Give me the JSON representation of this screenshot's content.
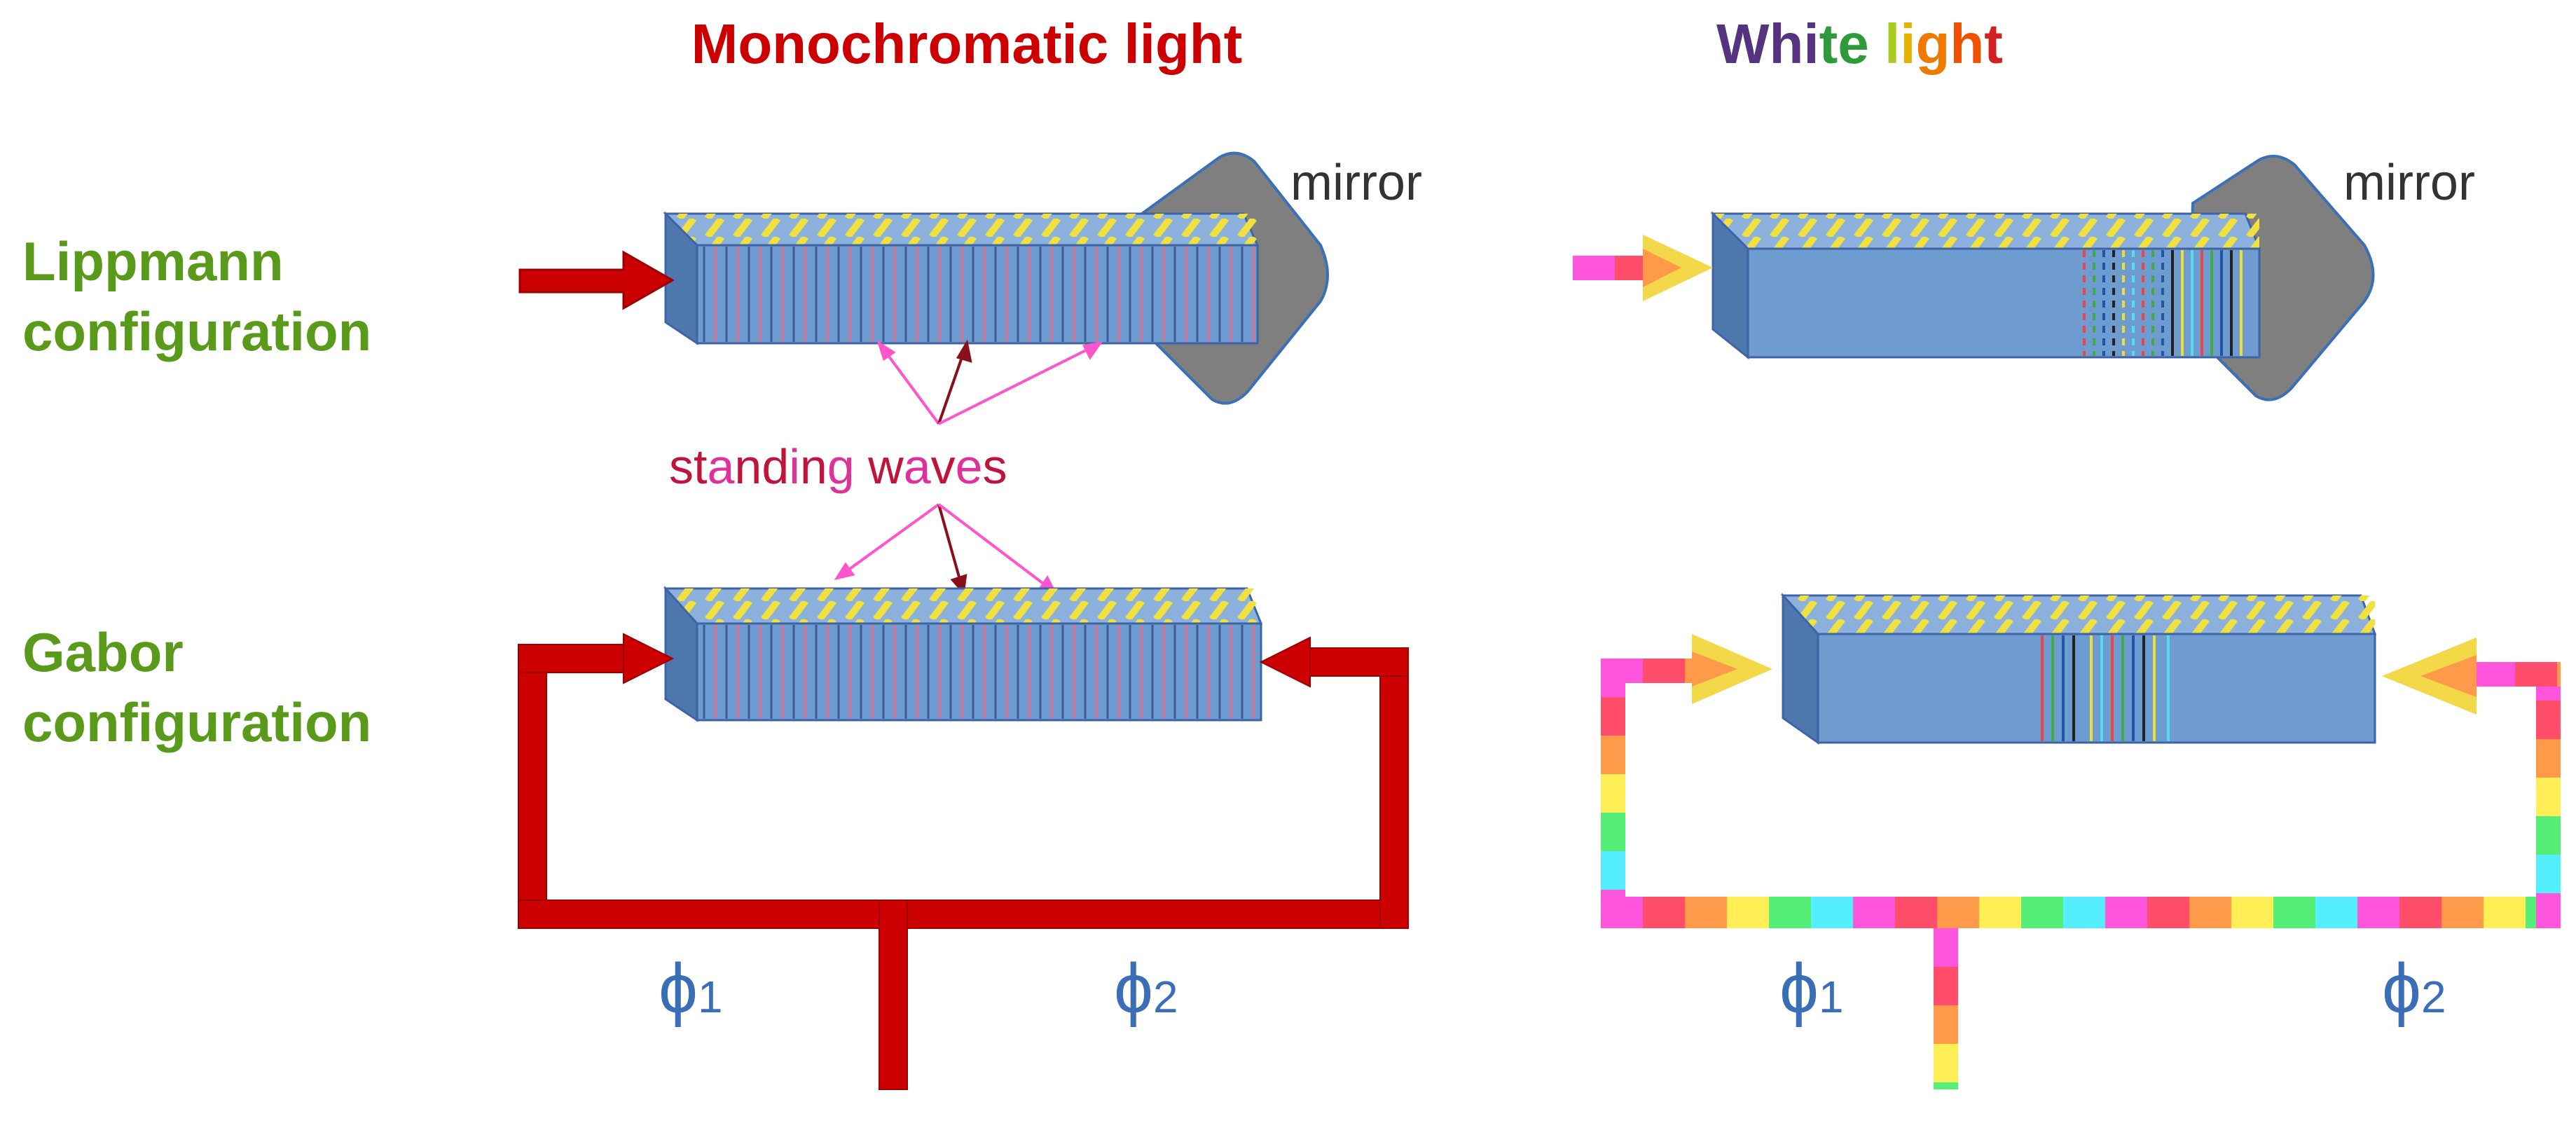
{
  "headings": {
    "mono": "Monochromatic light",
    "white_letters": [
      "W",
      "h",
      "i",
      "t",
      "e",
      " ",
      "l",
      "i",
      "g",
      "h",
      "t"
    ],
    "white_letter_colors": [
      "#553380",
      "#553380",
      "#553380",
      "#2f9a3a",
      "#2f9a3a",
      "#ffffff",
      "#aacc22",
      "#e0b400",
      "#f07a00",
      "#f05000",
      "#d42020"
    ]
  },
  "rows": {
    "lippmann": [
      "Lippmann",
      "configuration"
    ],
    "gabor": [
      "Gabor",
      "configuration"
    ]
  },
  "labels": {
    "mirror": "mirror",
    "standing_letters": [
      "s",
      "t",
      "a",
      "n",
      "d",
      "i",
      "n",
      "g",
      " ",
      "w",
      "a",
      "v",
      "e",
      "s"
    ],
    "standing_letter_colors": [
      "#c0143c",
      "#c0143c",
      "#e0309a",
      "#c0143c",
      "#c0143c",
      "#e0309a",
      "#c0143c",
      "#e0309a",
      "#ffffff",
      "#c0143c",
      "#e0309a",
      "#c0143c",
      "#e0309a",
      "#c0143c"
    ],
    "phi_symbol": "ϕ",
    "phi1_sub": "1",
    "phi2_sub": "2"
  },
  "colors": {
    "mono_red": "#cc0000",
    "row_green": "#5a9a1a",
    "block_front": "#6e9bd0",
    "block_top": "#8db1dd",
    "block_side": "#4d77ad",
    "block_edge": "#3e64a8",
    "stripe_yellow": "#f0e040",
    "mirror_gray": "#7f7f7f",
    "mirror_edge": "#3a70b8",
    "phi_blue": "#3a6fb8",
    "arrow_pink": "#ff55cc",
    "arrow_dark": "#8b0f1a",
    "rainbow": [
      "#ff55dd",
      "#ff4d6a",
      "#ff9a4a",
      "#ffee55",
      "#55ee77",
      "#55eeff"
    ]
  }
}
